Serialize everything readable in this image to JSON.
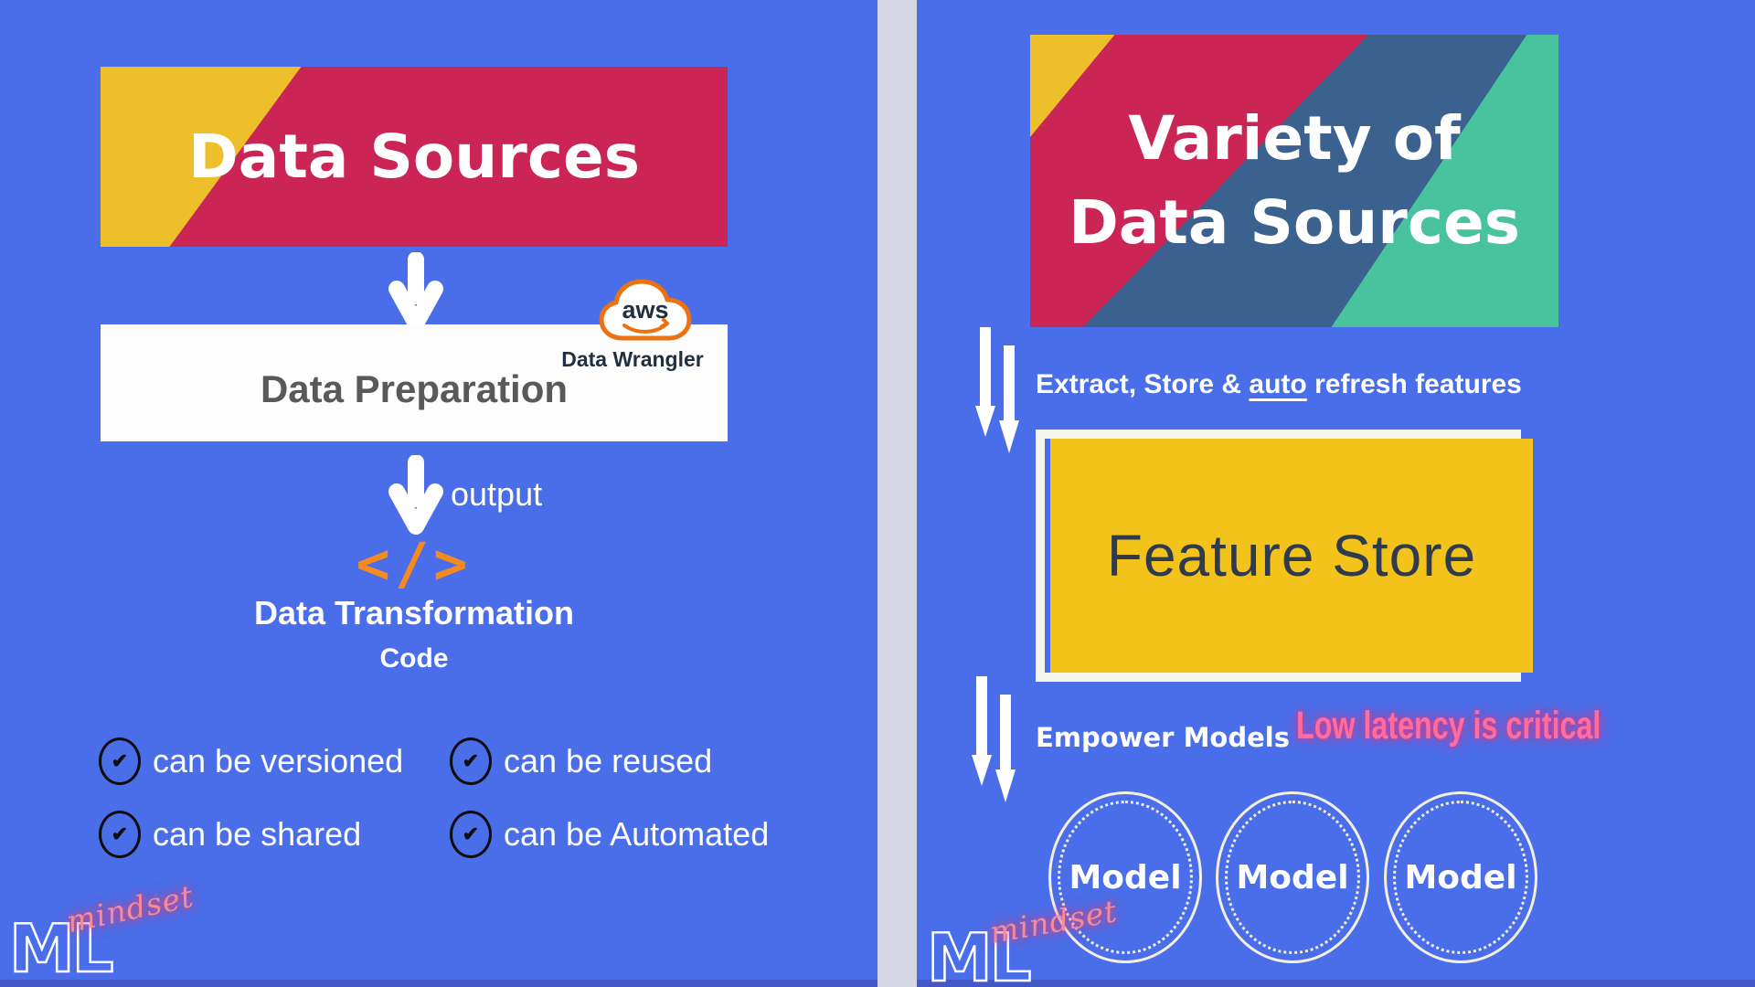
{
  "colors": {
    "background_blue": "#4a6ee9",
    "crimson": "#cb2556",
    "golden_yellow": "#edc02b",
    "steel_blue": "#3b618f",
    "teal": "#49c39e",
    "feature_store_yellow": "#f3c31c",
    "aws_orange": "#ec7211",
    "code_orange": "#f68a1e",
    "neon_pink": "#ff6d9e",
    "divider_gray": "#d4d6e2",
    "bottom_strip_blue": "#4457c6"
  },
  "left_panel": {
    "header_title": "Data Sources",
    "preparation_box": {
      "title": "Data Preparation",
      "aws_logo_text": "aws",
      "tool_label": "Data Wrangler"
    },
    "output_label": "output",
    "code_icon_glyph": "</>",
    "transformation_title": "Data Transformation",
    "transformation_subtitle": "Code",
    "check_glyph": "✔",
    "checks": [
      "can be versioned",
      "can be reused",
      "can be shared",
      "can be Automated"
    ],
    "brand": {
      "ml": "ML",
      "mindset": "mindset"
    }
  },
  "right_panel": {
    "header_line1": "Variety of",
    "header_line2": "Data Sources",
    "extract_text": {
      "pre": "Extract, Store & ",
      "underlined": "auto",
      "post": " refresh features"
    },
    "feature_store_label": "Feature Store",
    "empower_label": "Empower Models",
    "latency_note": "Low latency is critical",
    "model_labels": [
      "Model",
      "Model",
      "Model"
    ],
    "brand": {
      "ml": "ML",
      "mindset": "mindset"
    }
  }
}
